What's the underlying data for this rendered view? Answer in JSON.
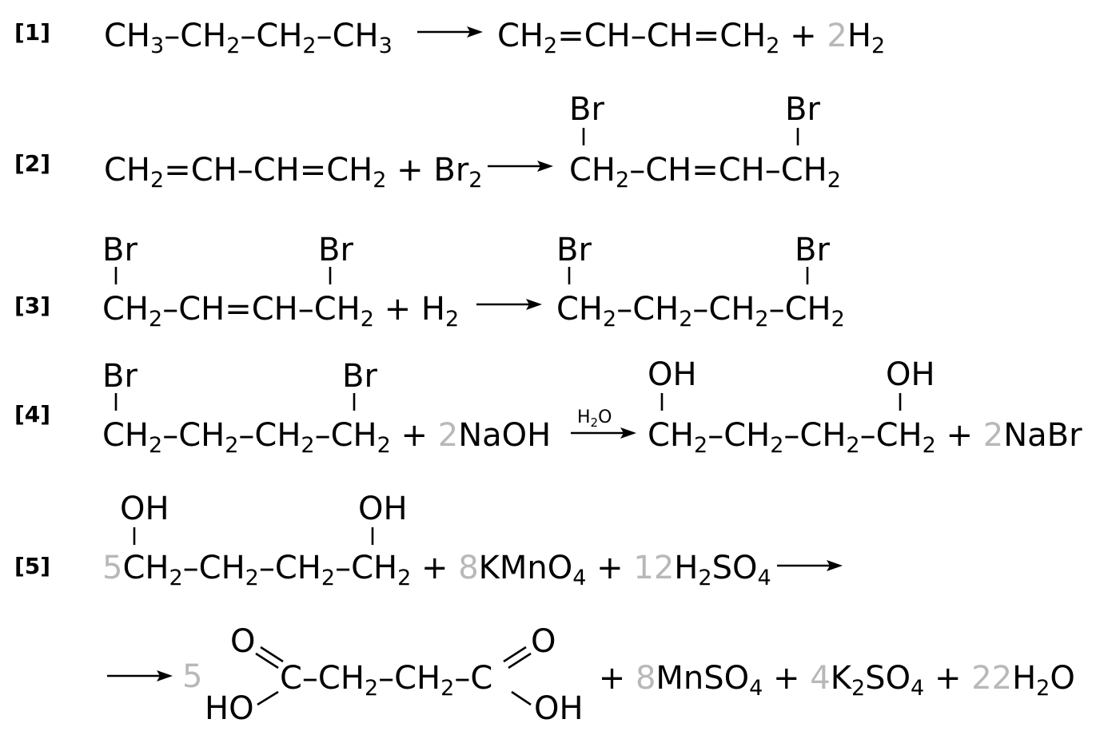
{
  "colors": {
    "text": "#000000",
    "coefficient": "#b8b8b8",
    "background": "#ffffff"
  },
  "reactions": [
    {
      "label": "[1]",
      "reactant": {
        "c1": "CH",
        "s1": "3",
        "c2": "–CH",
        "s2": "2",
        "c3": "–CH",
        "s3": "2",
        "c4": "–CH",
        "s4": "3"
      },
      "product": {
        "c1": "CH",
        "s1": "2",
        "c2": "=CH–CH=CH",
        "s2": "2",
        "plus": " + ",
        "coef": "2",
        "c3": "H",
        "s3": "2"
      }
    },
    {
      "label": "[2]",
      "reactant": {
        "c1": "CH",
        "s1": "2",
        "c2": "=CH–CH=CH",
        "s2": "2",
        "plus": " + ",
        "c3": "Br",
        "s3": "2"
      },
      "product": {
        "sub_left": "Br",
        "sub_right": "Br",
        "c1": "CH",
        "s1": "2",
        "c2": "–CH=CH–CH",
        "s2": "2"
      }
    },
    {
      "label": "[3]",
      "reactant": {
        "sub_left": "Br",
        "sub_right": "Br",
        "c1": "CH",
        "s1": "2",
        "c2": "–CH=CH–CH",
        "s2": "2",
        "plus": " + ",
        "c3": "H",
        "s3": "2"
      },
      "product": {
        "sub_left": "Br",
        "sub_right": "Br",
        "c1": "CH",
        "s1": "2",
        "c2": "–CH",
        "s2": "2",
        "c3": "–CH",
        "s3": "2",
        "c4": "–CH",
        "s4": "2"
      }
    },
    {
      "label": "[4]",
      "reactant": {
        "sub_left": "Br",
        "sub_right": "Br",
        "c1": "CH",
        "s1": "2",
        "c2": "–CH",
        "s2": "2",
        "c3": "–CH",
        "s3": "2",
        "c4": "–CH",
        "s4": "2",
        "plus": " + ",
        "coef": "2",
        "c5": "NaOH"
      },
      "condition": {
        "c1": "H",
        "s1": "2",
        "c2": "O"
      },
      "product": {
        "sub_left": "OH",
        "sub_right": "OH",
        "c1": "CH",
        "s1": "2",
        "c2": "–CH",
        "s2": "2",
        "c3": "–CH",
        "s3": "2",
        "c4": "–CH",
        "s4": "2",
        "plus": " + ",
        "coef": "2",
        "c5": "NaBr"
      }
    },
    {
      "label": "[5]",
      "reactant": {
        "sub_left": "OH",
        "sub_right": "OH",
        "coef1": "5",
        "c1": "CH",
        "s1": "2",
        "c2": "–CH",
        "s2": "2",
        "c3": "–CH",
        "s3": "2",
        "c4": "–CH",
        "s4": "2",
        "plus1": " + ",
        "coef2": "8",
        "c5": "KMnO",
        "s5": "4",
        "plus2": " + ",
        "coef3": "12",
        "c6": "H",
        "s6": "2",
        "c7": "SO",
        "s7": "4"
      },
      "product": {
        "coef1": "5",
        "o_left": "O",
        "ho_left": "HO",
        "o_right": "O",
        "oh_right": "OH",
        "c1": "C–CH",
        "s1": "2",
        "c2": "–CH",
        "s2": "2",
        "c3": "–C",
        "plus1": " + ",
        "coef2": "8",
        "c4": "MnSO",
        "s4": "4",
        "plus2": " + ",
        "coef3": "4",
        "c5": "K",
        "s5": "2",
        "c6": "SO",
        "s6": "4",
        "plus3": " + ",
        "coef4": "22",
        "c7": "H",
        "s7": "2",
        "c8": "O"
      }
    }
  ]
}
